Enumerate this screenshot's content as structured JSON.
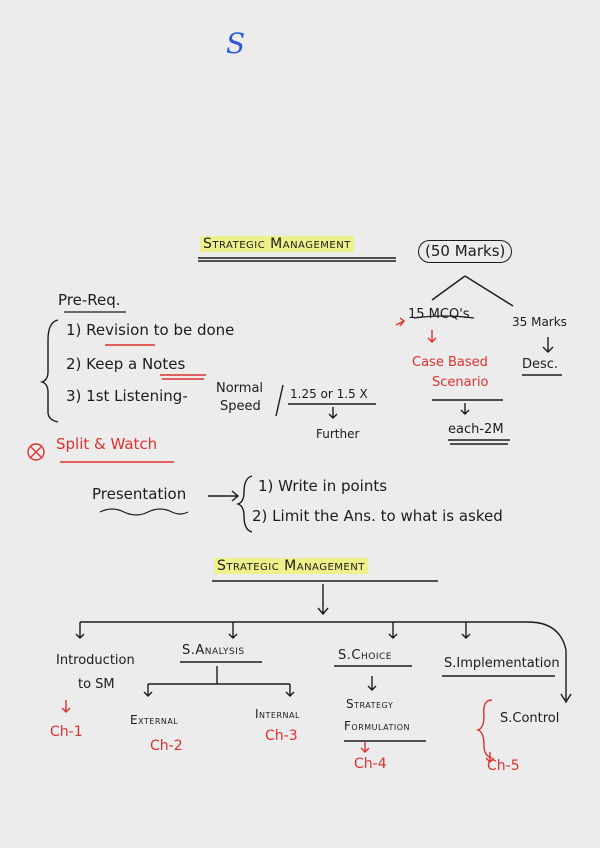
{
  "top_letter": "S",
  "notes": {
    "title": "Strategic Management",
    "marks": "(50 Marks)",
    "prereq_heading": "Pre-Req.",
    "prereq_items": [
      "1) Revision to be done",
      "2) Keep a Notes",
      "3) 1st Listening-"
    ],
    "normal_speed_line1": "Normal",
    "normal_speed_line2": "Speed",
    "speed_options": "1.25 or 1.5 X",
    "further": "Further",
    "split_watch": "Split & Watch",
    "mcq": "15 MCQ's",
    "marks_35": "35 Marks",
    "case_based_1": "Case Based",
    "case_based_2": "Scenario",
    "desc": "Desc.",
    "each_2m": "each-2M",
    "presentation": "Presentation",
    "presentation_points": [
      "1) Write in points",
      "2) Limit the Ans. to what is asked"
    ]
  },
  "structure": {
    "title": "Strategic Management",
    "intro_1": "Introduction",
    "intro_2": "to SM",
    "analysis": "S.Analysis",
    "choice": "S.Choice",
    "implementation": "S.Implementation",
    "external": "External",
    "internal": "Internal",
    "strategy_1": "Strategy",
    "strategy_2": "Formulation",
    "control": "S.Control",
    "ch1": "Ch-1",
    "ch2": "Ch-2",
    "ch3": "Ch-3",
    "ch4": "Ch-4",
    "ch5": "Ch-5"
  },
  "colors": {
    "ink": "#1c1c1c",
    "red": "#e0302f",
    "blue": "#2a58d8",
    "highlight": "#eef08a",
    "paper": "#ececec"
  }
}
